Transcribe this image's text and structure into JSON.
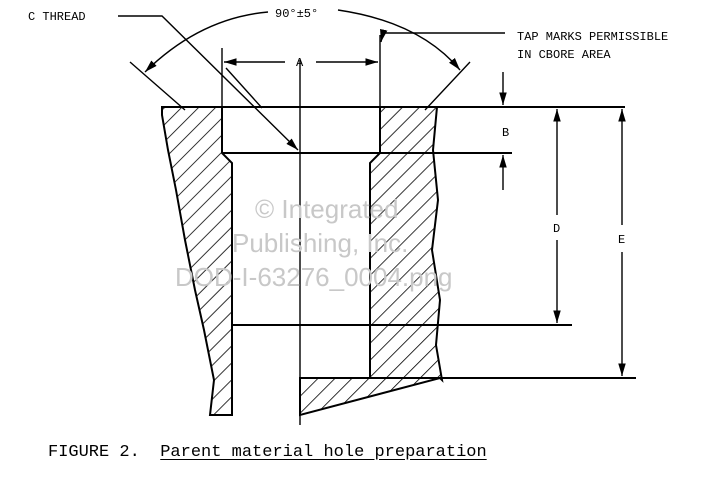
{
  "labels": {
    "angle": "90°±5°",
    "c_thread": "C THREAD",
    "tap_marks_line1": "TAP MARKS PERMISSIBLE",
    "tap_marks_line2": "IN CBORE AREA",
    "dim_a": "A",
    "dim_b": "B",
    "dim_d": "D",
    "dim_e": "E"
  },
  "watermark": {
    "line1": "© Integrated",
    "line2": "Publishing, Inc.",
    "line3": "DOD-I-63276_0004.png"
  },
  "caption": {
    "figure": "FIGURE 2.",
    "title": "Parent material hole preparation"
  }
}
